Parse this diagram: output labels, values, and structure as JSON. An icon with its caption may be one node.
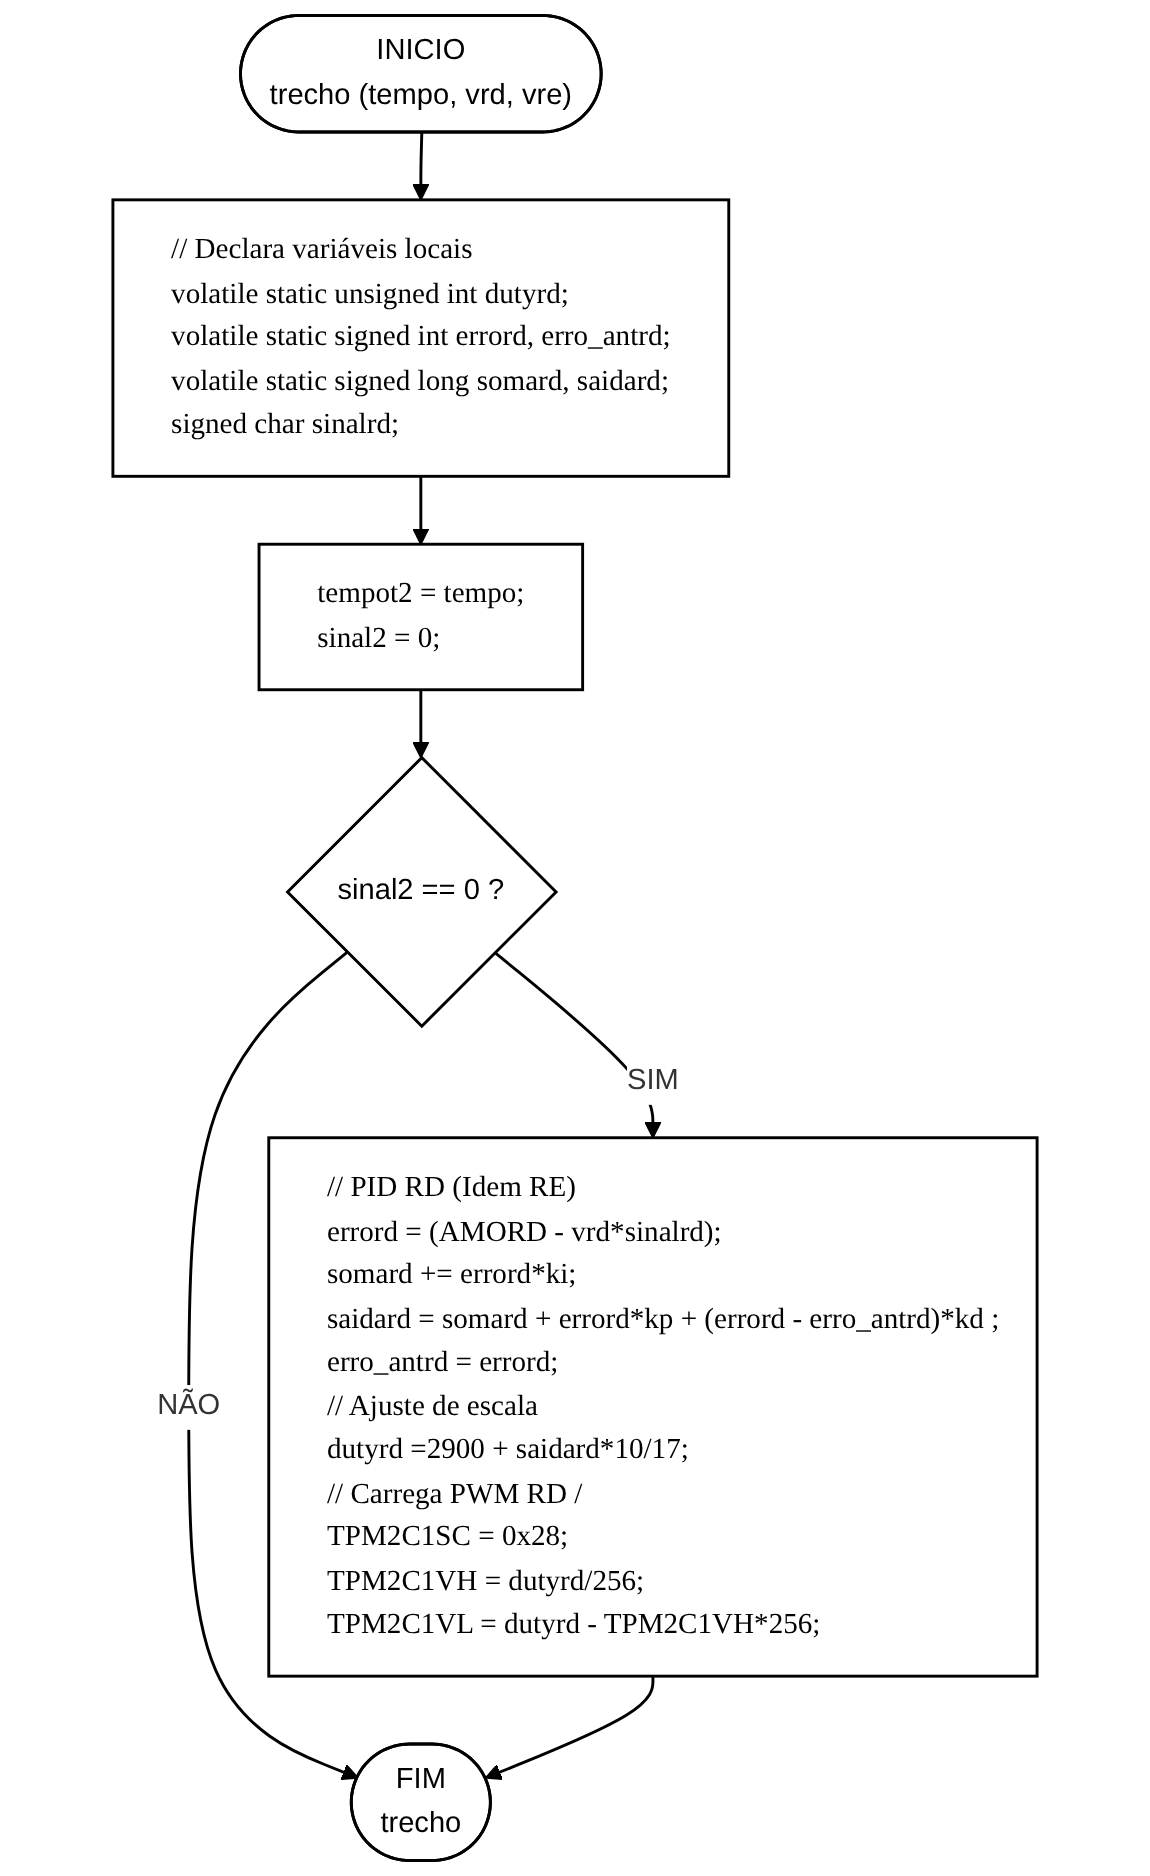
{
  "diagram": {
    "nodes": [
      {
        "text": [
          "INICIO",
          "trecho (tempo, vrd, vre)"
        ]
      },
      {
        "text": [
          "// Declara variáveis locais",
          "volatile static unsigned int dutyrd;",
          "volatile static signed int errord, erro_antrd;",
          "volatile static signed long somard, saidard;",
          "signed char sinalrd;"
        ]
      },
      {
        "text": [
          "tempot2 = tempo;",
          "sinal2 = 0;"
        ]
      },
      {
        "text": [
          "sinal2 == 0 ?"
        ]
      },
      {
        "text": [
          "// PID RD (Idem RE)",
          "errord = (AMORD - vrd*sinalrd);",
          "somard += errord*ki;",
          "saidard = somard + errord*kp + (errord - erro_antrd)*kd ;",
          "erro_antrd = errord;",
          "// Ajuste de escala",
          "dutyrd =2900 + saidard*10/17;",
          "// Carrega PWM RD /",
          "TPM2C1SC = 0x28;",
          "TPM2C1VH = dutyrd/256;",
          "TPM2C1VL = dutyrd - TPM2C1VH*256;"
        ]
      },
      {
        "text": [
          "FIM",
          "trecho"
        ]
      }
    ],
    "edges": [
      {
        "from": 0,
        "to": 1,
        "arrow": "to"
      },
      {
        "from": 1,
        "to": 2,
        "arrow": "to"
      },
      {
        "from": 2,
        "to": 3,
        "arrow": "to"
      },
      {
        "from": 3,
        "to": 4,
        "arrow": "to",
        "label": "SIM"
      },
      {
        "from": 3,
        "to": 5,
        "arrow": "to",
        "label": "NÃO"
      },
      {
        "from": 4,
        "to": 5,
        "arrow": "to"
      }
    ]
  }
}
